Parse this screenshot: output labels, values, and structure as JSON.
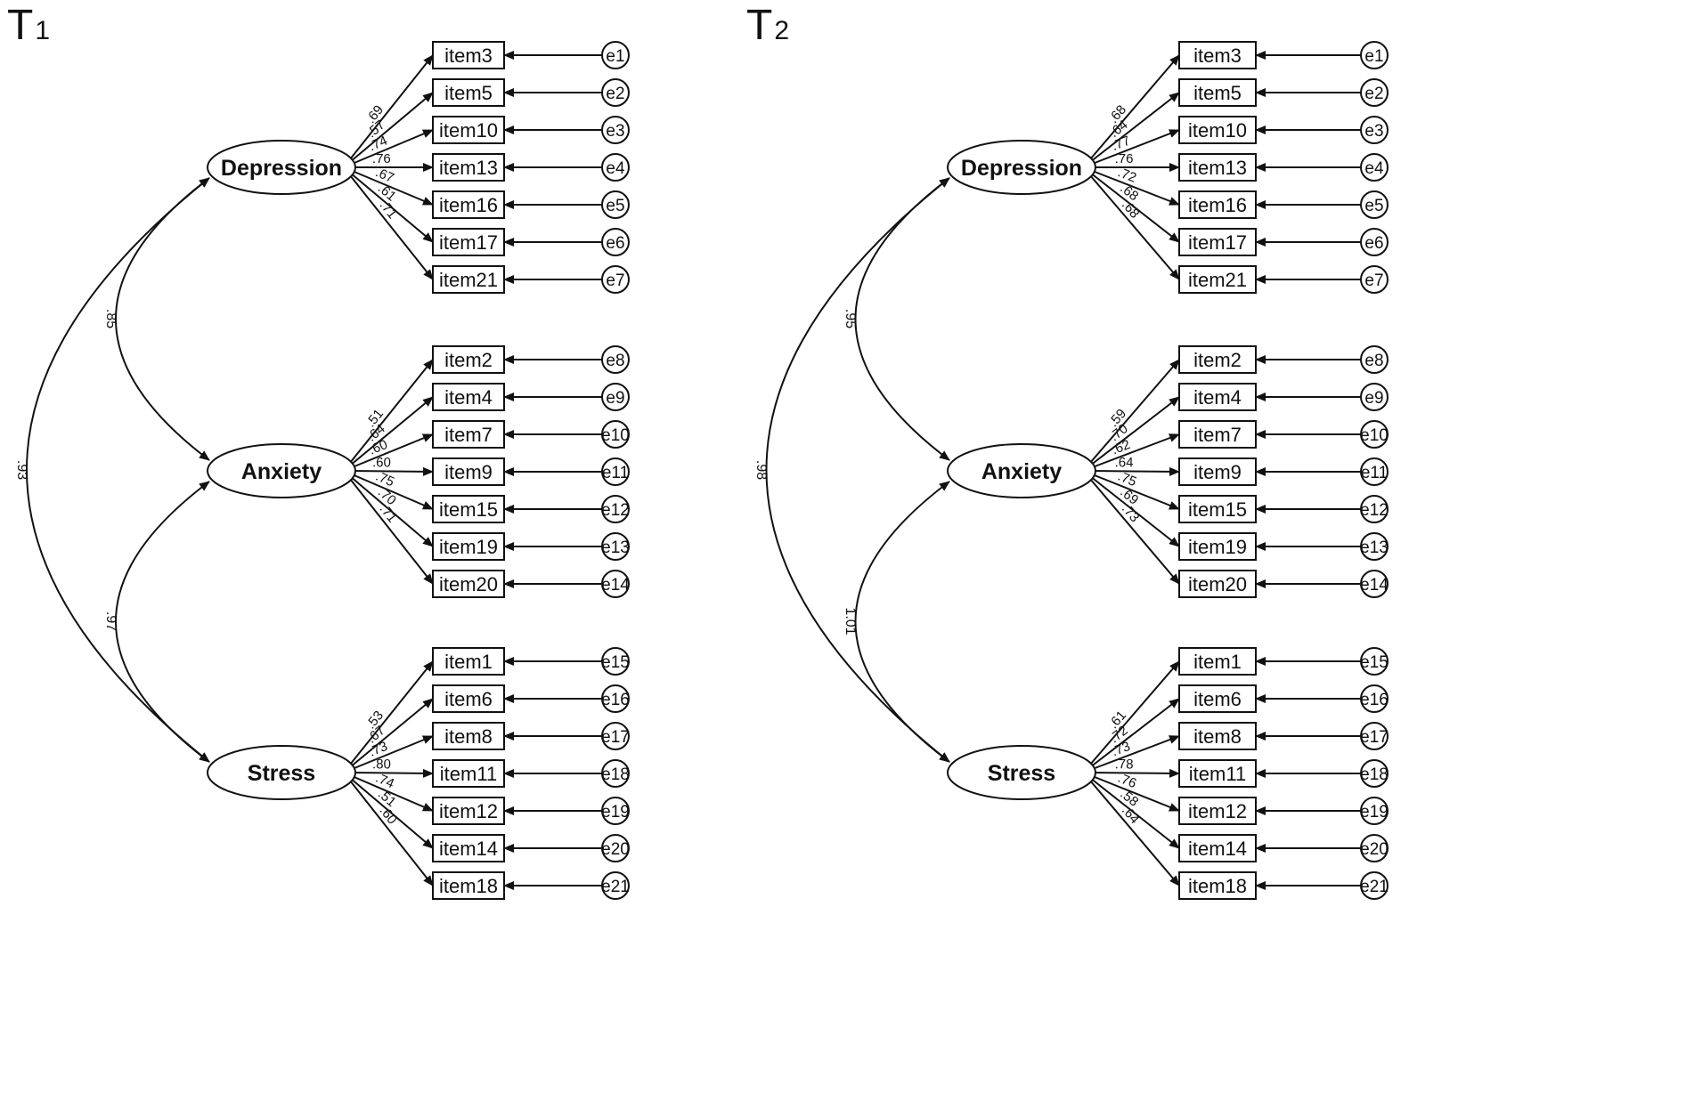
{
  "panels": [
    {
      "title": "T",
      "subscript": "1",
      "factors": [
        {
          "name": "Depression",
          "items": [
            "item3",
            "item5",
            "item10",
            "item13",
            "item16",
            "item17",
            "item21"
          ],
          "errors": [
            "e1",
            "e2",
            "e3",
            "e4",
            "e5",
            "e6",
            "e7"
          ],
          "loadings": [
            ".69",
            ".57",
            ".74",
            ".76",
            ".67",
            ".61",
            ".71"
          ]
        },
        {
          "name": "Anxiety",
          "items": [
            "item2",
            "item4",
            "item7",
            "item9",
            "item15",
            "item19",
            "item20"
          ],
          "errors": [
            "e8",
            "e9",
            "e10",
            "e11",
            "e12",
            "e13",
            "e14"
          ],
          "loadings": [
            ".51",
            ".64",
            ".60",
            ".60",
            ".75",
            ".70",
            ".71"
          ]
        },
        {
          "name": "Stress",
          "items": [
            "item1",
            "item6",
            "item8",
            "item11",
            "item12",
            "item14",
            "item18"
          ],
          "errors": [
            "e15",
            "e16",
            "e17",
            "e18",
            "e19",
            "e20",
            "e21"
          ],
          "loadings": [
            ".53",
            ".67",
            ".73",
            ".80",
            ".74",
            ".51",
            ".60"
          ]
        }
      ],
      "correlations": {
        "dep_anx": ".85",
        "anx_str": ".97",
        "dep_str": ".93"
      }
    },
    {
      "title": "T",
      "subscript": "2",
      "factors": [
        {
          "name": "Depression",
          "items": [
            "item3",
            "item5",
            "item10",
            "item13",
            "item16",
            "item17",
            "item21"
          ],
          "errors": [
            "e1",
            "e2",
            "e3",
            "e4",
            "e5",
            "e6",
            "e7"
          ],
          "loadings": [
            ".68",
            ".64",
            ".77",
            ".76",
            ".72",
            ".68",
            ".68"
          ]
        },
        {
          "name": "Anxiety",
          "items": [
            "item2",
            "item4",
            "item7",
            "item9",
            "item15",
            "item19",
            "item20"
          ],
          "errors": [
            "e8",
            "e9",
            "e10",
            "e11",
            "e12",
            "e13",
            "e14"
          ],
          "loadings": [
            ".59",
            ".70",
            ".62",
            ".64",
            ".75",
            ".69",
            ".73"
          ]
        },
        {
          "name": "Stress",
          "items": [
            "item1",
            "item6",
            "item8",
            "item11",
            "item12",
            "item14",
            "item18"
          ],
          "errors": [
            "e15",
            "e16",
            "e17",
            "e18",
            "e19",
            "e20",
            "e21"
          ],
          "loadings": [
            ".61",
            ".72",
            ".73",
            ".78",
            ".76",
            ".58",
            ".64"
          ]
        }
      ],
      "correlations": {
        "dep_anx": ".95",
        "anx_str": "1.01",
        "dep_str": ".98"
      }
    }
  ],
  "colors": {
    "line": "#111111",
    "fill": "#ffffff"
  }
}
